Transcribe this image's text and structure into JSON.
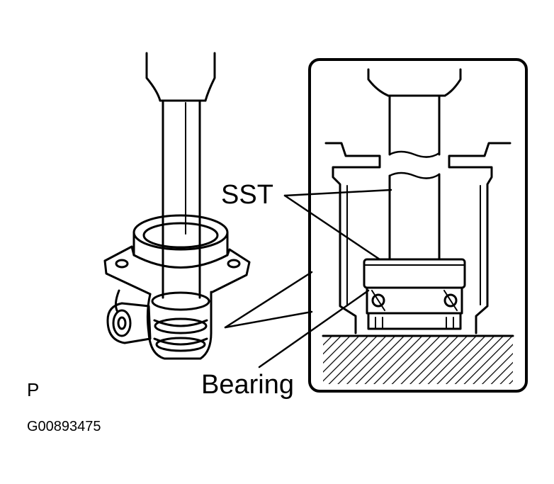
{
  "labels": {
    "sst": "SST",
    "bearing": "Bearing",
    "view_code": "P",
    "figure_code": "G00893475"
  },
  "colors": {
    "ink": "#000000",
    "paper": "#ffffff"
  }
}
